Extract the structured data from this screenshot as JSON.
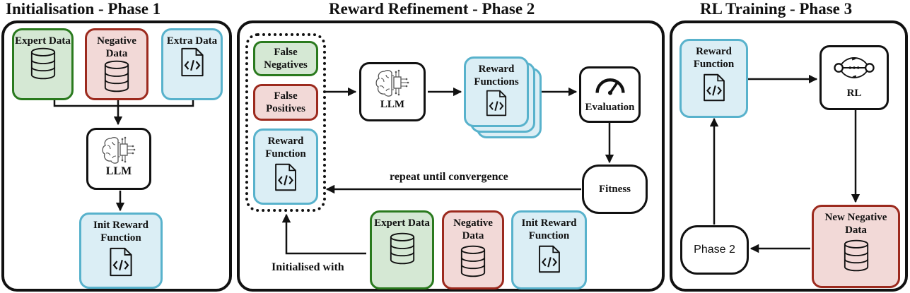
{
  "phase1": {
    "title": "Initialisation - Phase 1",
    "expert": "Expert Data",
    "negative": "Negative Data",
    "extra": "Extra Data",
    "llm": "LLM",
    "init_reward": "Init Reward Function"
  },
  "phase2": {
    "title": "Reward Refinement - Phase 2",
    "false_negatives": "False Negatives",
    "false_positives": "False Positives",
    "reward_function": "Reward Function",
    "llm": "LLM",
    "reward_functions": "Reward Functions",
    "evaluation": "Evaluation",
    "fitness": "Fitness",
    "repeat": "repeat until convergence",
    "initialised_with": "Initialised with",
    "expert": "Expert Data",
    "negative": "Negative Data",
    "init_reward": "Init Reward Function"
  },
  "phase3": {
    "title": "RL Training - Phase 3",
    "reward_function": "Reward Function",
    "rl": "RL",
    "new_negative": "New Negative Data",
    "phase2": "Phase 2"
  },
  "colors": {
    "green_fill": "#d5e8d4",
    "green_border": "#2a7a1e",
    "red_fill": "#f2d9d7",
    "red_border": "#9c2a1e",
    "blue_fill": "#dbeef5",
    "blue_border": "#58b2cc"
  },
  "icons": [
    "database-icon",
    "code-file-icon",
    "brain-chip-icon",
    "gauge-icon",
    "rl-cycle-icon"
  ]
}
